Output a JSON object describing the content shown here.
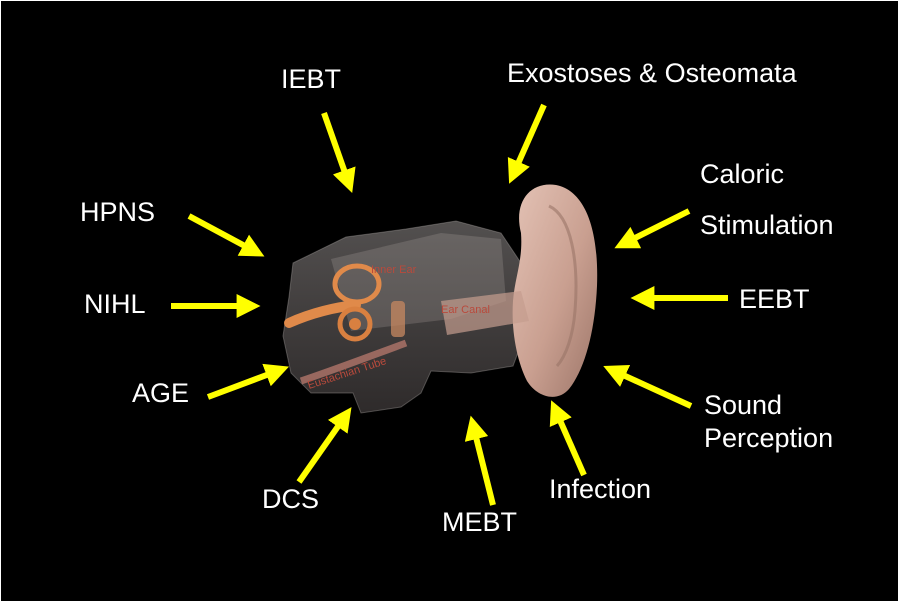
{
  "colors": {
    "background": "#000000",
    "label_text": "#ffffff",
    "arrow": "#ffff00",
    "outer_ear": "#d2a99c",
    "inner_ear": "#e08a4a"
  },
  "labels": {
    "iebt": "IEBT",
    "exostoses": "Exostoses & Osteomata",
    "caloric_line1": "Caloric",
    "caloric_line2": "Stimulation",
    "hpns": "HPNS",
    "nihl": "NIHL",
    "eebt": "EEBT",
    "age": "AGE",
    "sound_line1": "Sound",
    "sound_line2": "Perception",
    "dcs": "DCS",
    "infection": "Infection",
    "mebt": "MEBT"
  },
  "ear_model": {
    "inner_ear_label": "Inner Ear",
    "ear_canal_label": "Ear Canal",
    "eustachian_label": "Eustachian Tube"
  }
}
